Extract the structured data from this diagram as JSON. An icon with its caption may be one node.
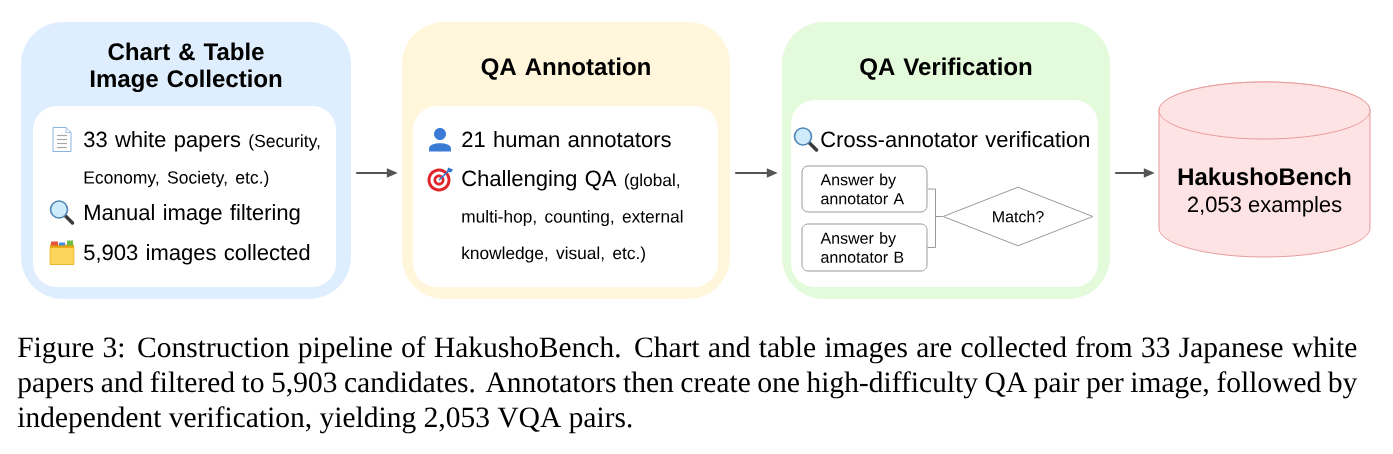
{
  "diagram": {
    "nodes": [
      {
        "text": [
          "Chart & Table Image Collection"
        ]
      },
      {
        "text": [
          "33 white papers",
          "(Security, Economy, Society, etc.)",
          "Manual image filtering",
          "5,903 images collected"
        ],
        "in": 0
      },
      {
        "text": [
          "QA Annotation"
        ]
      },
      {
        "text": [
          "21 human annotators",
          "Challenging QA",
          "(global, multi-hop, counting, external knowledge, visual, etc.)"
        ],
        "in": 2
      },
      {
        "text": [
          "QA Verification"
        ]
      },
      {
        "text": [
          "Cross-annotator verification"
        ],
        "in": 4
      },
      {
        "text": [
          "Answer by annotator A"
        ],
        "in": 5
      },
      {
        "text": [
          "Answer by annotator B"
        ],
        "in": 5
      },
      {
        "text": [
          "Match?"
        ],
        "in": 5
      },
      {
        "text": [
          "HakushoBench",
          "2,053 examples"
        ]
      }
    ],
    "edges": [
      {
        "from": 0,
        "to": 2,
        "arrow": "to"
      },
      {
        "from": 2,
        "to": 4,
        "arrow": "to"
      },
      {
        "from": 4,
        "to": 9,
        "arrow": "to"
      },
      {
        "from": 6,
        "to": 8,
        "arrow": "none",
        "color": "#999999"
      },
      {
        "from": 7,
        "to": 8,
        "arrow": "none",
        "color": "#999999"
      }
    ],
    "caption": "Figure 3: Construction pipeline of HakushoBench. Chart and table images are collected from 33 Japanese white papers and filtered to 5,903 candidates. Annotators then create one high-difficulty QA pair per image, followed by independent verification, yielding 2,053 VQA pairs."
  }
}
